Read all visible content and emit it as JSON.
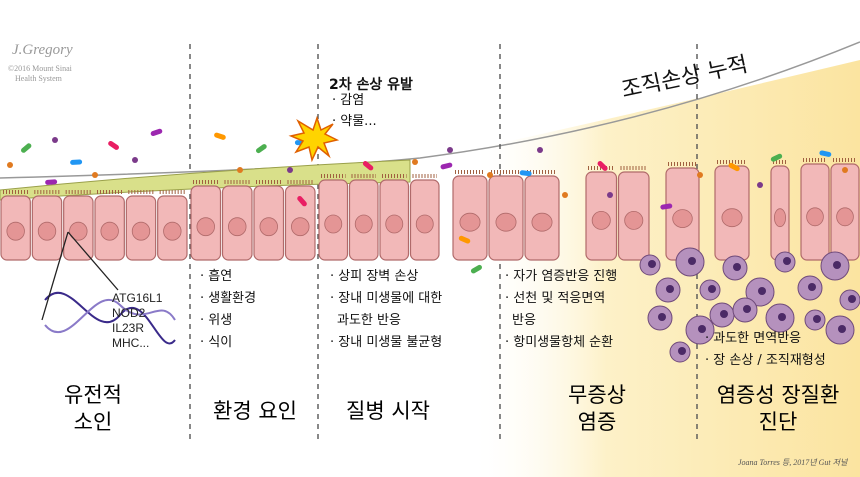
{
  "accumulation_label": "조직손상 누적",
  "watermark": {
    "signature": "J.Gregory",
    "line1": "©2016 Mount Sinai",
    "line2": "Health System"
  },
  "secondary": {
    "title": "2차 손상 유발",
    "items": [
      "· 감염",
      "· 약물..."
    ]
  },
  "genes": [
    "ATG16L1",
    "NOD2",
    "IL23R",
    "MHC..."
  ],
  "bullets_env": [
    "· 흡연",
    "· 생활환경",
    "· 위생",
    "· 식이"
  ],
  "bullets_onset": [
    "· 상피 장벽 손상",
    "· 장내 미생물에 대한",
    "과도한 반응",
    "· 장내 미생물 불균형"
  ],
  "bullets_subclinical": [
    "· 자가 염증반응 진행",
    "· 선천 및 적응면역",
    "반응",
    "· 항미생물항체 순환"
  ],
  "bullets_ibd": [
    "· 과도한 면역반응",
    "· 장 손상 / 조직재형성"
  ],
  "phases": [
    {
      "line1": "유전적",
      "line2": "소인"
    },
    {
      "line1": "환경 요인",
      "line2": ""
    },
    {
      "line1": "질병 시작",
      "line2": ""
    },
    {
      "line1": "무증상",
      "line2": "염증"
    },
    {
      "line1": "염증성 장질환",
      "line2": "진단"
    }
  ],
  "credit": "Joana Torres 등, 2017년 Gut 저널",
  "colors": {
    "cell_fill": "#f2b8b8",
    "cell_stroke": "#b06a6a",
    "nucleus": "#e49595",
    "mucus": "#d9e08a",
    "yellow_bg": "#fbe7a3",
    "immune_cell": "#b591bd"
  }
}
